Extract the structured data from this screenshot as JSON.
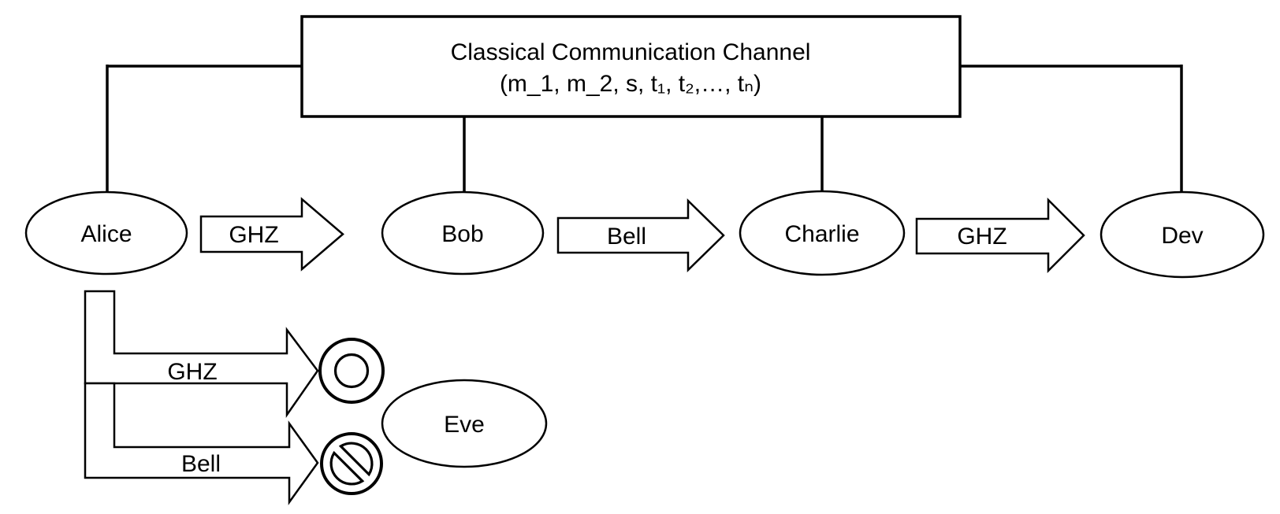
{
  "channel_box": {
    "title": "Classical Communication Channel",
    "params": "(m_1, m_2, s, t₁, t₂,…, tₙ)"
  },
  "nodes": {
    "alice": "Alice",
    "bob": "Bob",
    "charlie": "Charlie",
    "dev": "Dev",
    "eve": "Eve"
  },
  "arrows": {
    "alice_to_bob": "GHZ",
    "bob_to_charlie": "Bell",
    "charlie_to_dev": "GHZ",
    "alice_intercept_ghz": "GHZ",
    "alice_intercept_bell": "Bell"
  },
  "symbols": {
    "intercept_allowed": "concentric-circles-target",
    "intercept_blocked": "no-entry-prohibition"
  },
  "colors": {
    "stroke": "#000000",
    "background": "#ffffff",
    "text": "#000000"
  }
}
